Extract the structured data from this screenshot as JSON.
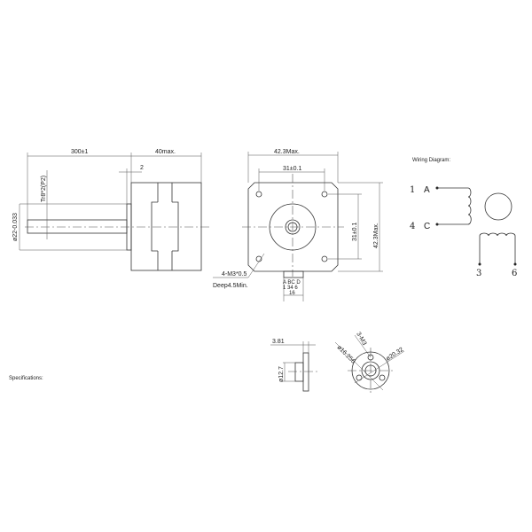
{
  "side_view": {
    "length_dim": "300±1",
    "body_dim": "40max.",
    "flange_dim": "2",
    "thread_label": "Tr8*2(P2)",
    "boss_dia": "ø22-0.033"
  },
  "front_view": {
    "width_dim": "42.3Max.",
    "hole_spacing_dim": "31±0.1",
    "hole_spacing_v_dim": "31±0.1",
    "height_dim": "42.3Max.",
    "hole_note": "4-M3*0.5",
    "hole_depth": "Deep4.5Min.",
    "connector_letters": "A  BC  D",
    "connector_pins": "1  34  6",
    "connector_width": "16"
  },
  "wiring": {
    "title": "Wiring Diagram:",
    "pin1": "1",
    "label_a": "A",
    "pin4": "4",
    "label_c": "C",
    "pin3": "3",
    "pin6": "6"
  },
  "specifications_label": "Specifications:",
  "nut": {
    "flange_thickness": "3.81",
    "body_dia": "ø12.7",
    "bolt_circle": "ø16.256",
    "holes": "3-M3",
    "flange_dia": "ø20.32"
  }
}
